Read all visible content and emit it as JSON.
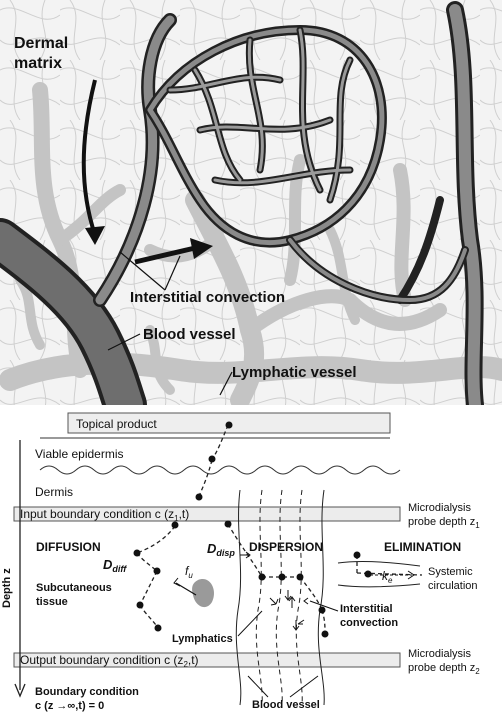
{
  "top_panel": {
    "dermal_matrix_line1": "Dermal",
    "dermal_matrix_line2": "matrix",
    "interstitial_convection": "Interstitial convection",
    "blood_vessel": "Blood vessel",
    "lymphatic_vessel": "Lymphatic vessel"
  },
  "bottom_panel": {
    "topical_product": "Topical product",
    "viable_epidermis": "Viable epidermis",
    "dermis": "Dermis",
    "input_boundary": "Input boundary condition c (z",
    "input_sub": "1",
    "input_tail": ",t)",
    "output_boundary": "Output boundary condition c (z",
    "output_sub": "2",
    "output_tail": ",t)",
    "microdialysis_top_line1": "Microdialysis",
    "microdialysis_top_line2": "probe depth z",
    "microdialysis_top_sub": "1",
    "microdialysis_bot_line1": "Microdialysis",
    "microdialysis_bot_line2": "probe depth z",
    "microdialysis_bot_sub": "2",
    "diffusion": "DIFFUSION",
    "dispersion": "DISPERSION",
    "elimination": "ELIMINATION",
    "d_diff_main": "D",
    "d_diff_sub": "diff",
    "d_disp_main": "D",
    "d_disp_sub": "disp",
    "fu_main": "f",
    "fu_sub": "u",
    "ke_main": "k",
    "ke_sub": "e",
    "systemic_line1": "Systemic",
    "systemic_line2": "circulation",
    "subcutaneous_line1": "Subcutaneous",
    "subcutaneous_line2": "tissue",
    "interstitial_line1": "Interstitial",
    "interstitial_line2": "convection",
    "lymphatics": "Lymphatics",
    "blood_vessel": "Blood vessel",
    "depth_axis": "Depth z",
    "boundary_line1": "Boundary condition",
    "boundary_line2": "c (z →∞,t) = 0"
  }
}
